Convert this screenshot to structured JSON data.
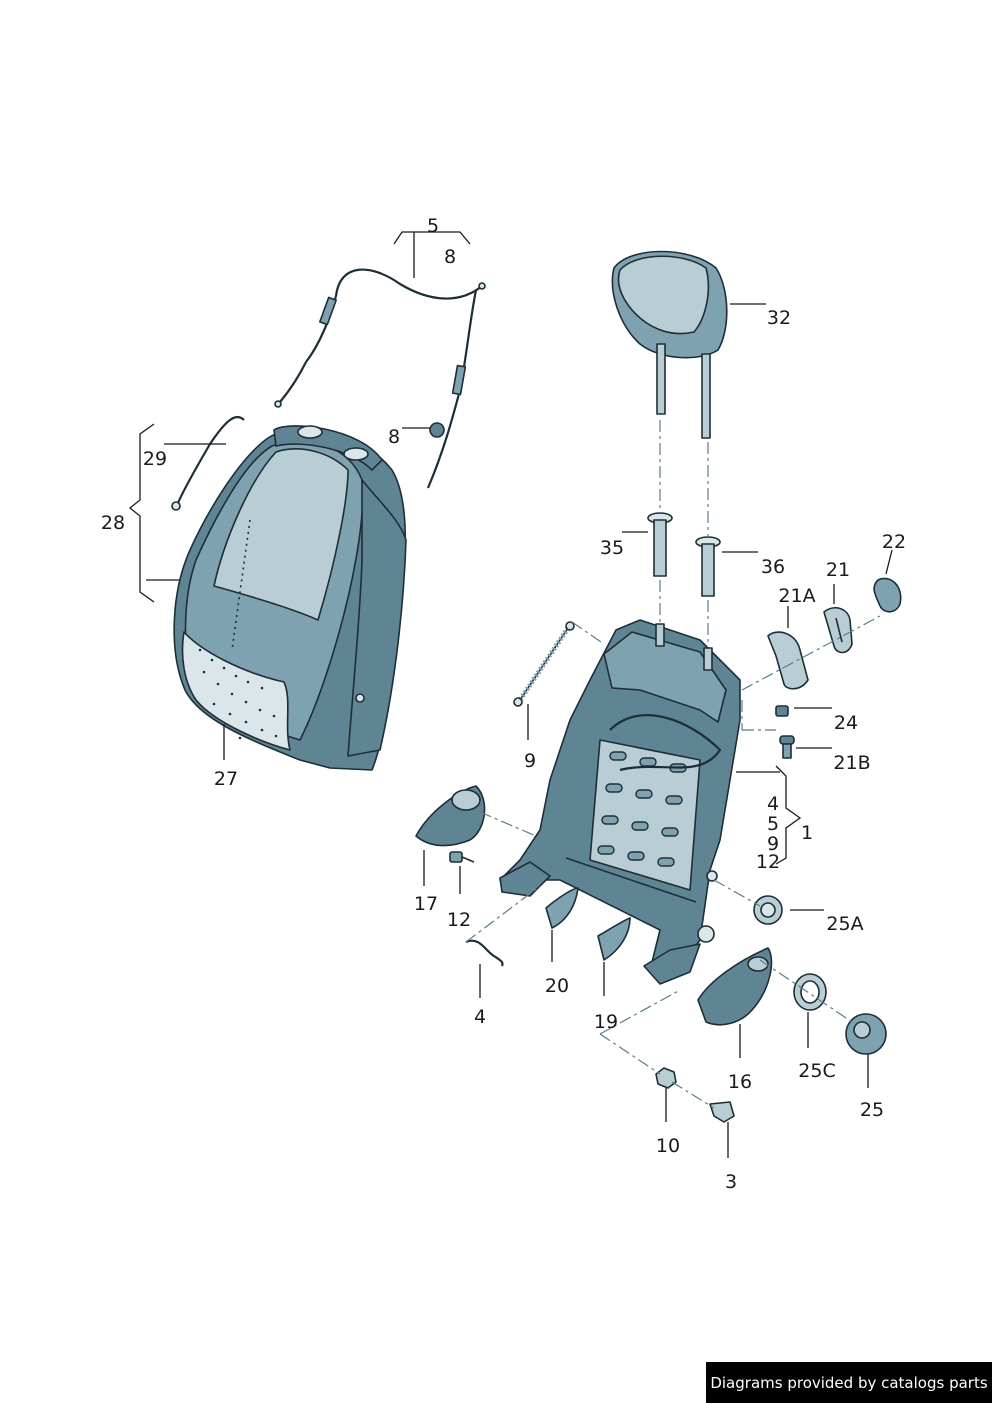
{
  "credit": "Diagrams provided by catalogs parts",
  "callouts": {
    "c1": "1",
    "c3": "3",
    "c4a": "4",
    "c4b": "4",
    "c5a": "5",
    "c5b": "5",
    "c8a": "8",
    "c8b": "8",
    "c9a": "9",
    "c9b": "9",
    "c10": "10",
    "c12a": "12",
    "c12b": "12",
    "c16": "16",
    "c17": "17",
    "c19": "19",
    "c20": "20",
    "c21": "21",
    "c21A": "21A",
    "c21B": "21B",
    "c22": "22",
    "c24": "24",
    "c25": "25",
    "c25A": "25A",
    "c25C": "25C",
    "c27": "27",
    "c28": "28",
    "c29": "29",
    "c32": "32",
    "c35": "35",
    "c36": "36"
  },
  "colors": {
    "part_dark": "#5f8595",
    "part_mid": "#7fa2b0",
    "part_light": "#b9cdd4",
    "outline": "#1e2e36"
  }
}
